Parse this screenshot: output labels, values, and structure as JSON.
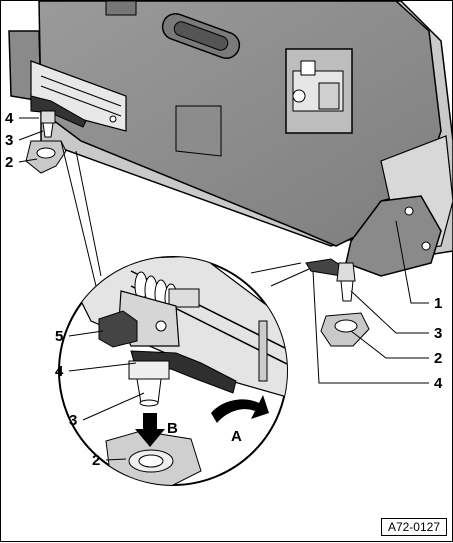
{
  "figure": {
    "reference_code": "A72-0127",
    "callouts": {
      "seat_right": [
        "1",
        "3",
        "2",
        "4"
      ],
      "seat_left": [
        "4",
        "3",
        "2"
      ],
      "detail": [
        "5",
        "4",
        "3",
        "2"
      ]
    },
    "arrows": {
      "a": "A",
      "b": "B"
    }
  }
}
